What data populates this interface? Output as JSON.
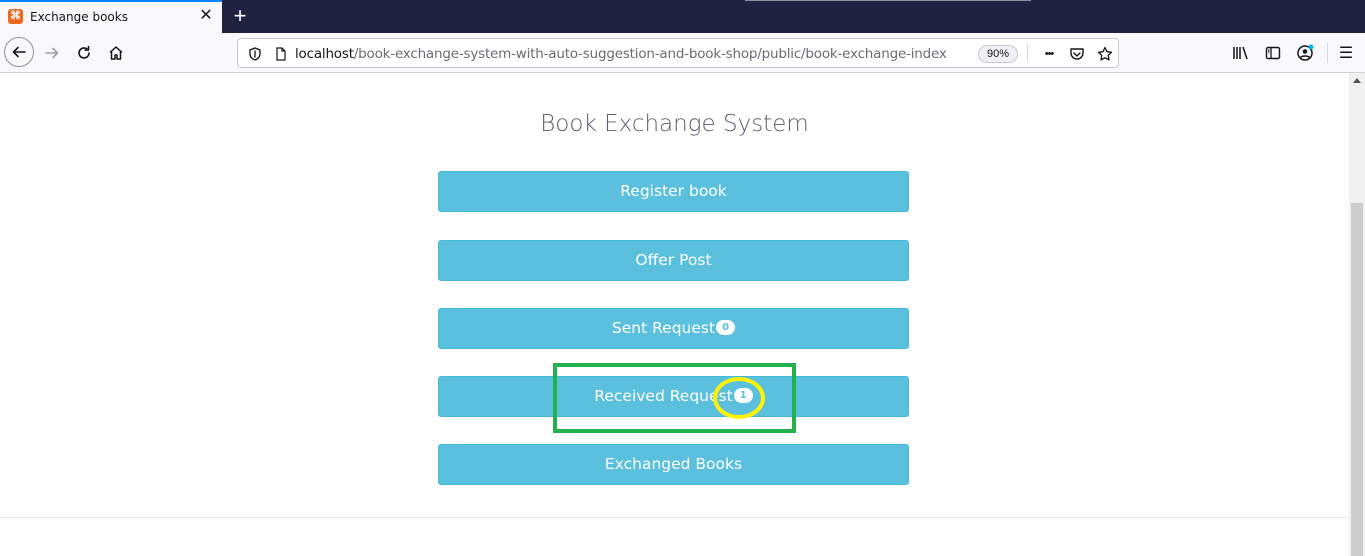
{
  "browser": {
    "tab": {
      "title": "Exchange books",
      "favicon": "xampp-icon",
      "favicon_glyph": "⌘",
      "close_glyph": "✕"
    },
    "new_tab_glyph": "+",
    "url": {
      "host": "localhost",
      "path": "/book-exchange-system-with-auto-suggestion-and-book-shop/public/book-exchange-index"
    },
    "zoom": "90%",
    "more_glyph": "•••",
    "menu_glyph": "☰"
  },
  "page": {
    "title": "Book Exchange System",
    "buttons": [
      {
        "label": "Register book",
        "badge": null
      },
      {
        "label": "Offer Post",
        "badge": null
      },
      {
        "label": "Sent Request",
        "badge": "0"
      },
      {
        "label": "Received Request",
        "badge": "1"
      },
      {
        "label": "Exchanged Books",
        "badge": null
      }
    ]
  },
  "annotations": {
    "highlight_box_color": "#22b14c",
    "highlight_ring_color": "#fff200"
  },
  "colors": {
    "button_bg": "#5bc0de",
    "tab_strip": "#202340",
    "accent": "#0a84ff"
  }
}
